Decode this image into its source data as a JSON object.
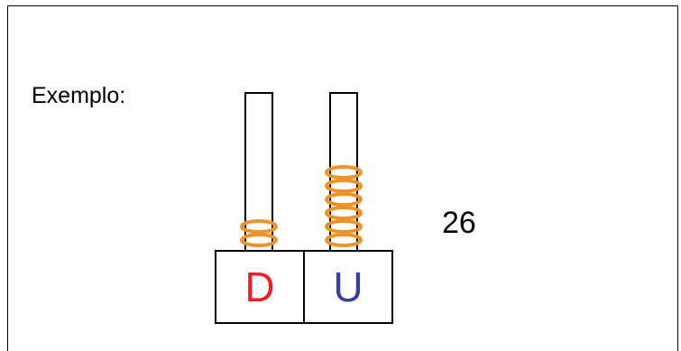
{
  "example_label": "Exemplo:",
  "number_value": "26",
  "abacus": {
    "rods": [
      {
        "place_label": "D",
        "bead_count": 2,
        "label_color": "#e8202a"
      },
      {
        "place_label": "U",
        "bead_count": 6,
        "label_color": "#3a3fa8"
      }
    ],
    "bead_color": "#f0922a",
    "frame_color": "#000000"
  }
}
